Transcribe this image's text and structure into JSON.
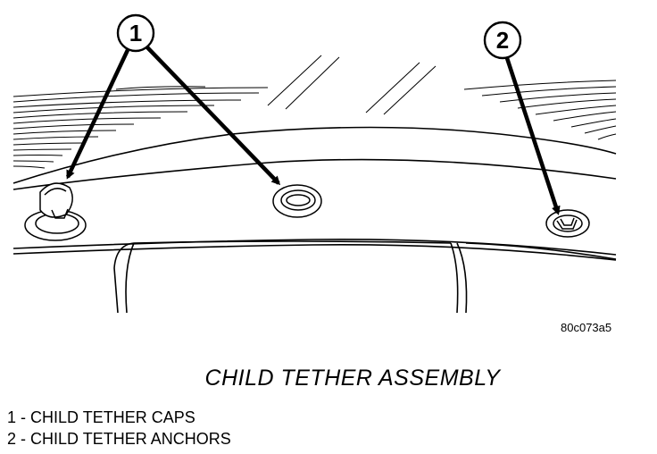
{
  "illustration": {
    "callouts": [
      {
        "number": "1"
      },
      {
        "number": "2"
      }
    ],
    "figure_code": "80c073a5"
  },
  "caption": "CHILD TETHER ASSEMBLY",
  "legend": [
    {
      "number": "1",
      "separator": "-",
      "label": "CHILD TETHER CAPS"
    },
    {
      "number": "2",
      "separator": "-",
      "label": "CHILD TETHER ANCHORS"
    }
  ],
  "colors": {
    "ink": "#000000",
    "paper": "#ffffff"
  }
}
